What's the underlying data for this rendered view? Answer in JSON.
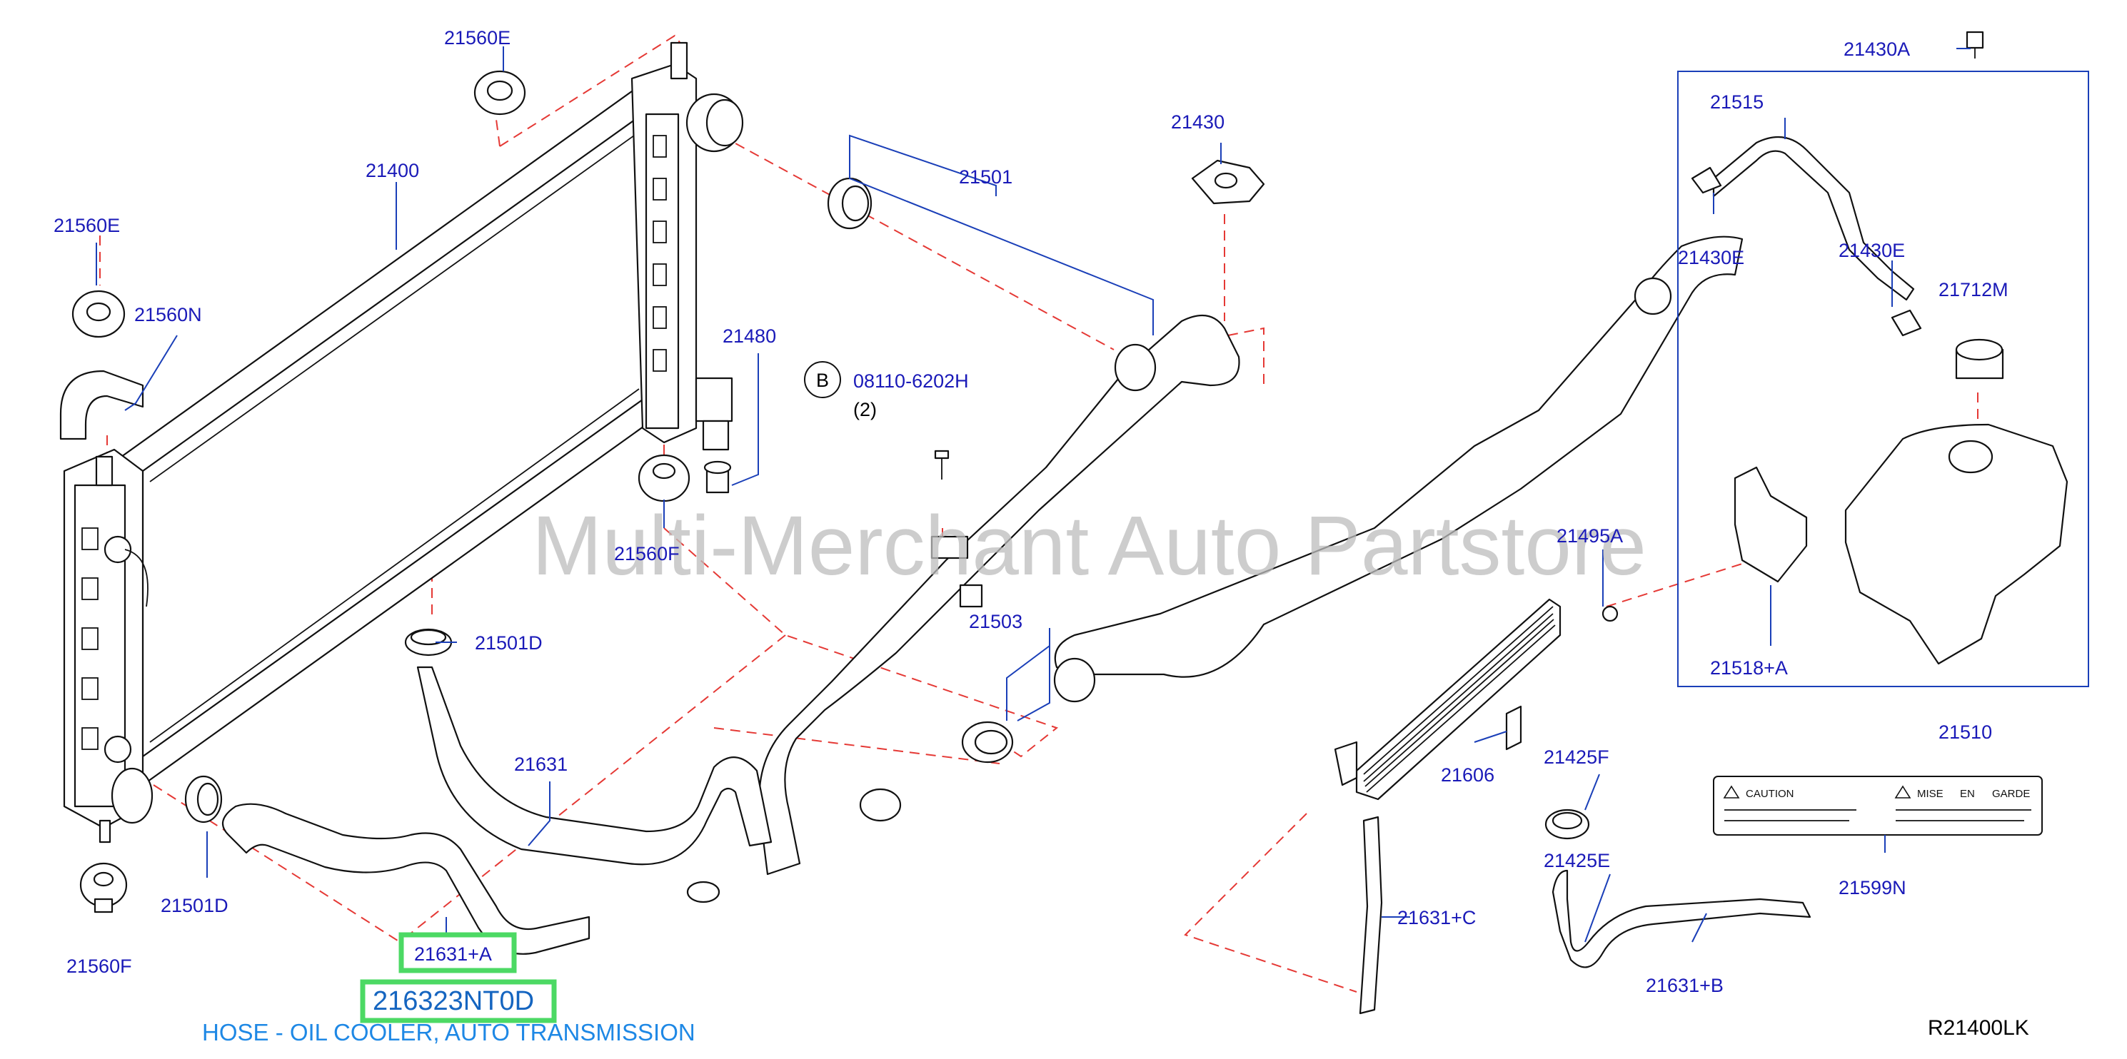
{
  "watermark": "Multi-Merchant Auto Partstore",
  "diagram_code": "R21400LK",
  "highlight": {
    "callout": "21631+A",
    "part_number": "216323NT0D",
    "description": "HOSE - OIL COOLER, AUTO TRANSMISSION",
    "highlight_color": "#4cd964"
  },
  "bolt_note": {
    "marker": "B",
    "part": "08110-6202H",
    "qty": "(2)"
  },
  "labels": {
    "l21560E_top": "21560E",
    "l21560E_left": "21560E",
    "l21560N": "21560N",
    "l21400": "21400",
    "l21480": "21480",
    "l21560F_mid": "21560F",
    "l21560F_bot": "21560F",
    "l21501D_mid": "21501D",
    "l21501D_bot": "21501D",
    "l21631": "21631",
    "l21501": "21501",
    "l21430": "21430",
    "l21503": "21503",
    "l21606": "21606",
    "l21495A": "21495A",
    "l21425F": "21425F",
    "l21425E": "21425E",
    "l21631C": "21631+C",
    "l21631B": "21631+B",
    "l21430A": "21430A",
    "l21515": "21515",
    "l21430E_left": "21430E",
    "l21430E_right": "21430E",
    "l21712M": "21712M",
    "l21518A": "21518+A",
    "l21510": "21510",
    "l21599N": "21599N"
  },
  "caution_label": {
    "left_title": "CAUTION",
    "right_title_1": "MISE",
    "right_title_2": "EN",
    "right_title_3": "GARDE"
  },
  "colors": {
    "label_blue": "#1a1ab8",
    "dash_red": "#e53935",
    "caption_blue": "#1e88e5"
  }
}
